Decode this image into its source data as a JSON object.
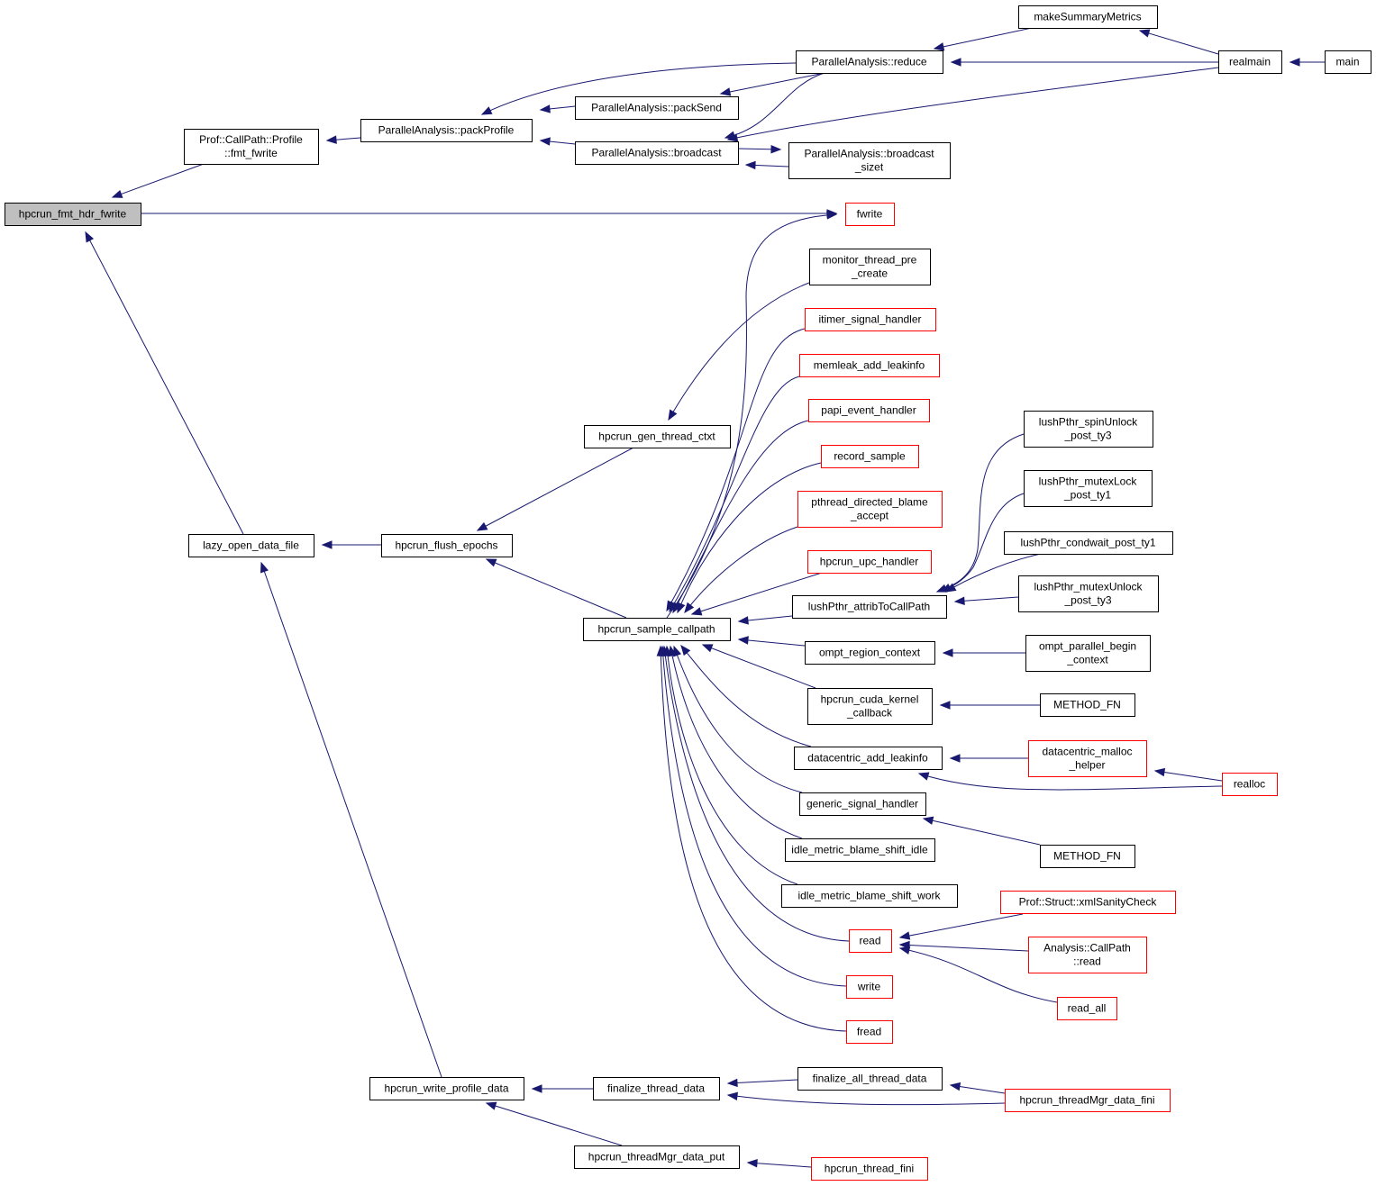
{
  "diagram": {
    "type": "caller-graph",
    "colors": {
      "edge": "#191970",
      "node_border": "#000000",
      "truncated_node_border": "#ff0000",
      "root_fill": "#bfbfbf",
      "node_fill": "#ffffff"
    },
    "nodes": [
      {
        "id": "root",
        "lines": [
          "hpcrun_fmt_hdr_fwrite"
        ],
        "style": "root"
      },
      {
        "id": "prof_fmt_fwrite",
        "lines": [
          "Prof::CallPath::Profile",
          "::fmt_fwrite"
        ],
        "style": "normal"
      },
      {
        "id": "packProfile",
        "lines": [
          "ParallelAnalysis::packProfile"
        ],
        "style": "normal"
      },
      {
        "id": "reduce",
        "lines": [
          "ParallelAnalysis::reduce"
        ],
        "style": "normal"
      },
      {
        "id": "packSend",
        "lines": [
          "ParallelAnalysis::packSend"
        ],
        "style": "normal"
      },
      {
        "id": "broadcast",
        "lines": [
          "ParallelAnalysis::broadcast"
        ],
        "style": "normal"
      },
      {
        "id": "broadcast_sizet",
        "lines": [
          "ParallelAnalysis::broadcast",
          "_sizet"
        ],
        "style": "normal"
      },
      {
        "id": "makeSummaryMetrics",
        "lines": [
          "makeSummaryMetrics"
        ],
        "style": "normal"
      },
      {
        "id": "realmain",
        "lines": [
          "realmain"
        ],
        "style": "normal"
      },
      {
        "id": "main",
        "lines": [
          "main"
        ],
        "style": "normal"
      },
      {
        "id": "fwrite",
        "lines": [
          "fwrite"
        ],
        "style": "truncated"
      },
      {
        "id": "lazy_open",
        "lines": [
          "lazy_open_data_file"
        ],
        "style": "normal"
      },
      {
        "id": "flush_epochs",
        "lines": [
          "hpcrun_flush_epochs"
        ],
        "style": "normal"
      },
      {
        "id": "gen_thread_ctxt",
        "lines": [
          "hpcrun_gen_thread_ctxt"
        ],
        "style": "normal"
      },
      {
        "id": "monitor_pre_create",
        "lines": [
          "monitor_thread_pre",
          "_create"
        ],
        "style": "normal"
      },
      {
        "id": "sample_callpath",
        "lines": [
          "hpcrun_sample_callpath"
        ],
        "style": "normal"
      },
      {
        "id": "itimer",
        "lines": [
          "itimer_signal_handler"
        ],
        "style": "truncated"
      },
      {
        "id": "memleak",
        "lines": [
          "memleak_add_leakinfo"
        ],
        "style": "truncated"
      },
      {
        "id": "papi",
        "lines": [
          "papi_event_handler"
        ],
        "style": "truncated"
      },
      {
        "id": "record_sample",
        "lines": [
          "record_sample"
        ],
        "style": "truncated"
      },
      {
        "id": "pthread_blame",
        "lines": [
          "pthread_directed_blame",
          "_accept"
        ],
        "style": "truncated"
      },
      {
        "id": "upc_handler",
        "lines": [
          "hpcrun_upc_handler"
        ],
        "style": "truncated"
      },
      {
        "id": "lush_attrib",
        "lines": [
          "lushPthr_attribToCallPath"
        ],
        "style": "normal"
      },
      {
        "id": "ompt_region",
        "lines": [
          "ompt_region_context"
        ],
        "style": "normal"
      },
      {
        "id": "cuda_kernel",
        "lines": [
          "hpcrun_cuda_kernel",
          "_callback"
        ],
        "style": "normal"
      },
      {
        "id": "dc_add_leakinfo",
        "lines": [
          "datacentric_add_leakinfo"
        ],
        "style": "normal"
      },
      {
        "id": "generic_signal",
        "lines": [
          "generic_signal_handler"
        ],
        "style": "normal"
      },
      {
        "id": "idle_idle",
        "lines": [
          "idle_metric_blame_shift_idle"
        ],
        "style": "normal"
      },
      {
        "id": "idle_work",
        "lines": [
          "idle_metric_blame_shift_work"
        ],
        "style": "normal"
      },
      {
        "id": "read",
        "lines": [
          "read"
        ],
        "style": "truncated"
      },
      {
        "id": "write",
        "lines": [
          "write"
        ],
        "style": "truncated"
      },
      {
        "id": "fread",
        "lines": [
          "fread"
        ],
        "style": "truncated"
      },
      {
        "id": "spinUnlock",
        "lines": [
          "lushPthr_spinUnlock",
          "_post_ty3"
        ],
        "style": "normal"
      },
      {
        "id": "mutexLock",
        "lines": [
          "lushPthr_mutexLock",
          "_post_ty1"
        ],
        "style": "normal"
      },
      {
        "id": "condwait",
        "lines": [
          "lushPthr_condwait_post_ty1"
        ],
        "style": "normal"
      },
      {
        "id": "mutexUnlock",
        "lines": [
          "lushPthr_mutexUnlock",
          "_post_ty3"
        ],
        "style": "normal"
      },
      {
        "id": "ompt_parallel",
        "lines": [
          "ompt_parallel_begin",
          "_context"
        ],
        "style": "normal"
      },
      {
        "id": "method_fn_1",
        "lines": [
          "METHOD_FN"
        ],
        "style": "normal"
      },
      {
        "id": "dc_malloc_helper",
        "lines": [
          "datacentric_malloc",
          "_helper"
        ],
        "style": "truncated"
      },
      {
        "id": "realloc",
        "lines": [
          "realloc"
        ],
        "style": "truncated"
      },
      {
        "id": "method_fn_2",
        "lines": [
          "METHOD_FN"
        ],
        "style": "normal"
      },
      {
        "id": "xmlSanity",
        "lines": [
          "Prof::Struct::xmlSanityCheck"
        ],
        "style": "truncated"
      },
      {
        "id": "analysis_read",
        "lines": [
          "Analysis::CallPath",
          "::read"
        ],
        "style": "truncated"
      },
      {
        "id": "read_all",
        "lines": [
          "read_all"
        ],
        "style": "truncated"
      },
      {
        "id": "write_profile",
        "lines": [
          "hpcrun_write_profile_data"
        ],
        "style": "normal"
      },
      {
        "id": "finalize_thread",
        "lines": [
          "finalize_thread_data"
        ],
        "style": "normal"
      },
      {
        "id": "finalize_all",
        "lines": [
          "finalize_all_thread_data"
        ],
        "style": "normal"
      },
      {
        "id": "threadMgr_fini",
        "lines": [
          "hpcrun_threadMgr_data_fini"
        ],
        "style": "truncated"
      },
      {
        "id": "threadMgr_put",
        "lines": [
          "hpcrun_threadMgr_data_put"
        ],
        "style": "normal"
      },
      {
        "id": "thread_fini",
        "lines": [
          "hpcrun_thread_fini"
        ],
        "style": "truncated"
      }
    ],
    "edges": [
      {
        "from": "prof_fmt_fwrite",
        "to": "root"
      },
      {
        "from": "packProfile",
        "to": "prof_fmt_fwrite"
      },
      {
        "from": "reduce",
        "to": "packProfile"
      },
      {
        "from": "packSend",
        "to": "packProfile"
      },
      {
        "from": "broadcast",
        "to": "packProfile"
      },
      {
        "from": "reduce",
        "to": "packSend"
      },
      {
        "from": "reduce",
        "to": "broadcast"
      },
      {
        "from": "realmain",
        "to": "broadcast"
      },
      {
        "from": "broadcast_sizet",
        "to": "broadcast"
      },
      {
        "from": "broadcast",
        "to": "broadcast_sizet"
      },
      {
        "from": "makeSummaryMetrics",
        "to": "reduce"
      },
      {
        "from": "realmain",
        "to": "reduce"
      },
      {
        "from": "realmain",
        "to": "makeSummaryMetrics"
      },
      {
        "from": "main",
        "to": "realmain"
      },
      {
        "from": "root",
        "to": "fwrite"
      },
      {
        "from": "sample_callpath",
        "to": "fwrite"
      },
      {
        "from": "lazy_open",
        "to": "root"
      },
      {
        "from": "flush_epochs",
        "to": "lazy_open"
      },
      {
        "from": "write_profile",
        "to": "lazy_open"
      },
      {
        "from": "gen_thread_ctxt",
        "to": "flush_epochs"
      },
      {
        "from": "sample_callpath",
        "to": "flush_epochs"
      },
      {
        "from": "monitor_pre_create",
        "to": "gen_thread_ctxt"
      },
      {
        "from": "itimer",
        "to": "sample_callpath"
      },
      {
        "from": "memleak",
        "to": "sample_callpath"
      },
      {
        "from": "papi",
        "to": "sample_callpath"
      },
      {
        "from": "record_sample",
        "to": "sample_callpath"
      },
      {
        "from": "pthread_blame",
        "to": "sample_callpath"
      },
      {
        "from": "upc_handler",
        "to": "sample_callpath"
      },
      {
        "from": "lush_attrib",
        "to": "sample_callpath"
      },
      {
        "from": "ompt_region",
        "to": "sample_callpath"
      },
      {
        "from": "cuda_kernel",
        "to": "sample_callpath"
      },
      {
        "from": "dc_add_leakinfo",
        "to": "sample_callpath"
      },
      {
        "from": "generic_signal",
        "to": "sample_callpath"
      },
      {
        "from": "idle_idle",
        "to": "sample_callpath"
      },
      {
        "from": "idle_work",
        "to": "sample_callpath"
      },
      {
        "from": "read",
        "to": "sample_callpath"
      },
      {
        "from": "write",
        "to": "sample_callpath"
      },
      {
        "from": "fread",
        "to": "sample_callpath"
      },
      {
        "from": "spinUnlock",
        "to": "lush_attrib"
      },
      {
        "from": "mutexLock",
        "to": "lush_attrib"
      },
      {
        "from": "condwait",
        "to": "lush_attrib"
      },
      {
        "from": "mutexUnlock",
        "to": "lush_attrib"
      },
      {
        "from": "ompt_parallel",
        "to": "ompt_region"
      },
      {
        "from": "method_fn_1",
        "to": "cuda_kernel"
      },
      {
        "from": "dc_malloc_helper",
        "to": "dc_add_leakinfo"
      },
      {
        "from": "realloc",
        "to": "dc_add_leakinfo"
      },
      {
        "from": "realloc",
        "to": "dc_malloc_helper"
      },
      {
        "from": "method_fn_2",
        "to": "generic_signal"
      },
      {
        "from": "xmlSanity",
        "to": "read"
      },
      {
        "from": "analysis_read",
        "to": "read"
      },
      {
        "from": "read_all",
        "to": "read"
      },
      {
        "from": "finalize_thread",
        "to": "write_profile"
      },
      {
        "from": "threadMgr_put",
        "to": "write_profile"
      },
      {
        "from": "finalize_all",
        "to": "finalize_thread"
      },
      {
        "from": "threadMgr_fini",
        "to": "finalize_thread"
      },
      {
        "from": "threadMgr_fini",
        "to": "finalize_all"
      },
      {
        "from": "thread_fini",
        "to": "threadMgr_put"
      }
    ]
  }
}
